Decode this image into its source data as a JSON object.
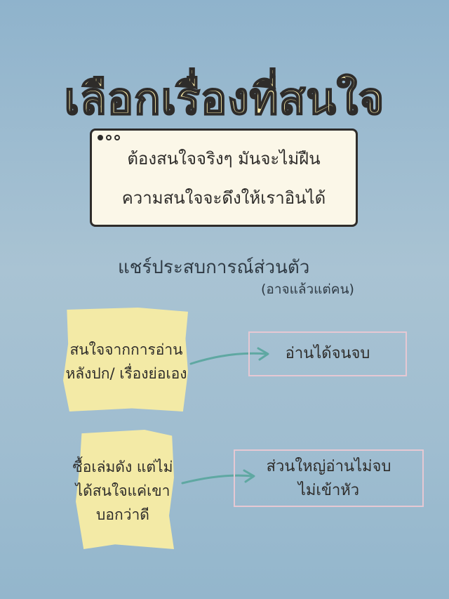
{
  "title": "เลือกเรื่องที่สนใจ",
  "note": {
    "line1": "ต้องสนใจจริงๆ มันจะไม่ฝืน",
    "line2": "ความสนใจจะดึงให้เราอินได้"
  },
  "subtitle": "แชร์ประสบการณ์ส่วนตัว",
  "subtitle_note": "(อาจแล้วแต่คน)",
  "row1": {
    "left_line1": "สนใจจากการอ่าน",
    "left_line2": "หลังปก/ เรื่องย่อเอง",
    "right": "อ่านได้จนจบ"
  },
  "row2": {
    "left_line1": "ซื้อเล่มดัง แต่ไม่",
    "left_line2": "ได้สนใจแค่เขา",
    "left_line3": "บอกว่าดี",
    "right_line1": "ส่วนใหญ่อ่านไม่จบ",
    "right_line2": "ไม่เข้าหัว"
  },
  "colors": {
    "title_fill": "#f6e9a8",
    "paper": "#f3eaa6",
    "arrow": "#5fa8a2",
    "outline": "#e6c8d3"
  }
}
